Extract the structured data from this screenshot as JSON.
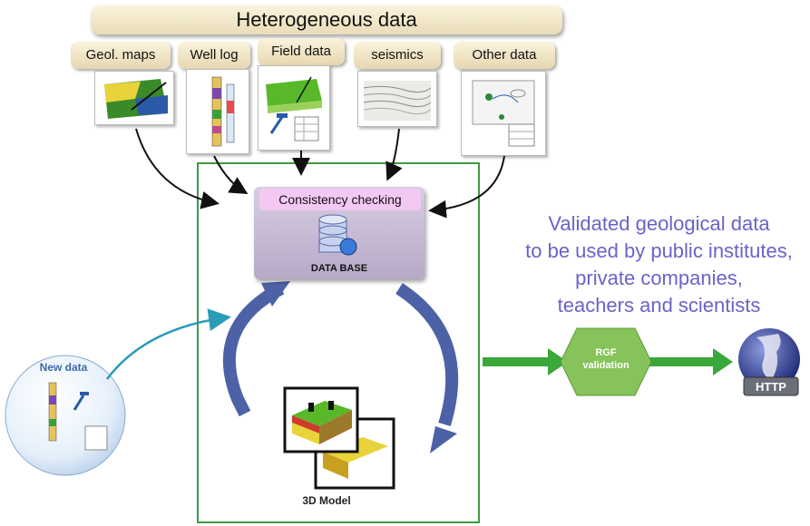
{
  "header": {
    "title": "Heterogeneous data"
  },
  "sources": [
    {
      "label": "Geol. maps"
    },
    {
      "label": "Well log"
    },
    {
      "label": "Field data"
    },
    {
      "label": "seismics"
    },
    {
      "label": "Other data"
    }
  ],
  "center": {
    "consistency_label": "Consistency checking",
    "database_label": "DATA BASE",
    "model_label": "3D Model"
  },
  "new_data_label": "New data",
  "validated_text": [
    "Validated geological data",
    "to be used by public institutes,",
    "private companies,",
    "teachers and scientists"
  ],
  "rgf": {
    "line1": "RGF",
    "line2": "validation"
  },
  "globe_label": "HTTP",
  "colors": {
    "green_frame": "#3f9a3f",
    "arrow_green": "#3aa83a",
    "cycle_blue": "#4d62a6",
    "teal_arrow": "#2a9bb8",
    "text_purple": "#6a63c8"
  },
  "icons": [
    "database-icon",
    "globe-icon",
    "3d-model-icon",
    "hammer-icon"
  ]
}
